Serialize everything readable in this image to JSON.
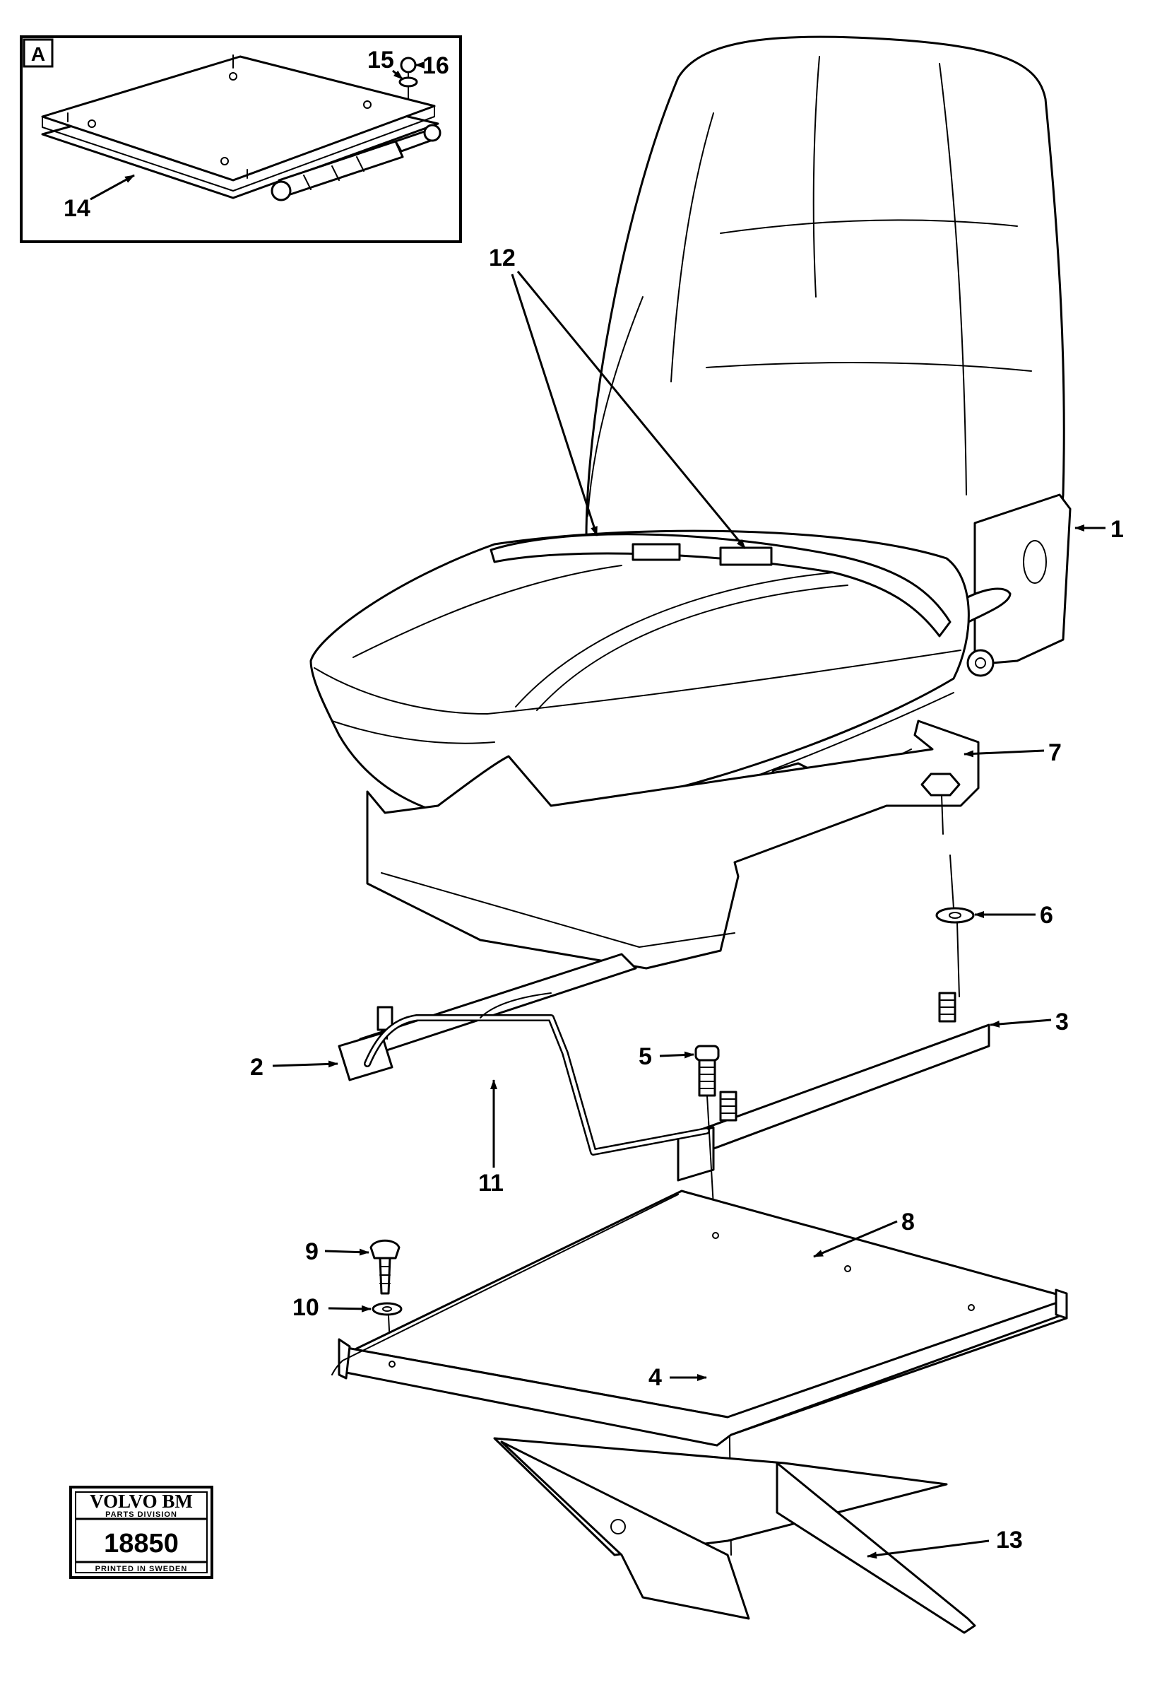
{
  "inset": {
    "label": "A"
  },
  "callouts": {
    "c1": "1",
    "c2": "2",
    "c3": "3",
    "c4": "4",
    "c5": "5",
    "c6": "6",
    "c7": "7",
    "c8": "8",
    "c9": "9",
    "c10": "10",
    "c11": "11",
    "c12": "12",
    "c13": "13",
    "c14": "14",
    "c15": "15",
    "c16": "16"
  },
  "stamp": {
    "brand": "VOLVO BM",
    "division": "PARTS DIVISION",
    "number": "18850",
    "printed": "PRINTED IN SWEDEN"
  }
}
